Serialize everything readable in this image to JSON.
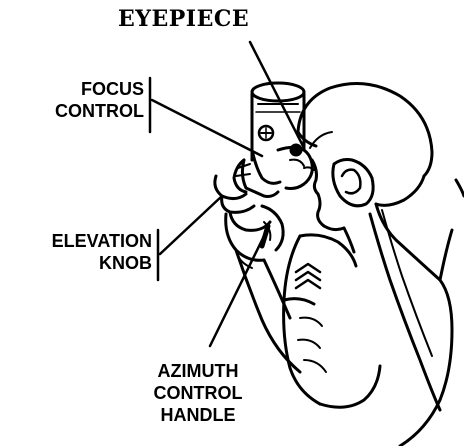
{
  "labels": {
    "eyepiece": "EYEPIECE",
    "focus_line1": "FOCUS",
    "focus_line2": "CONTROL",
    "elevation_line1": "ELEVATION",
    "elevation_line2": "KNOB",
    "azimuth_line1": "AZIMUTH",
    "azimuth_line2": "CONTROL",
    "azimuth_line3": "HANDLE"
  },
  "colors": {
    "ink": "#000000",
    "paper": "#ffffff"
  }
}
